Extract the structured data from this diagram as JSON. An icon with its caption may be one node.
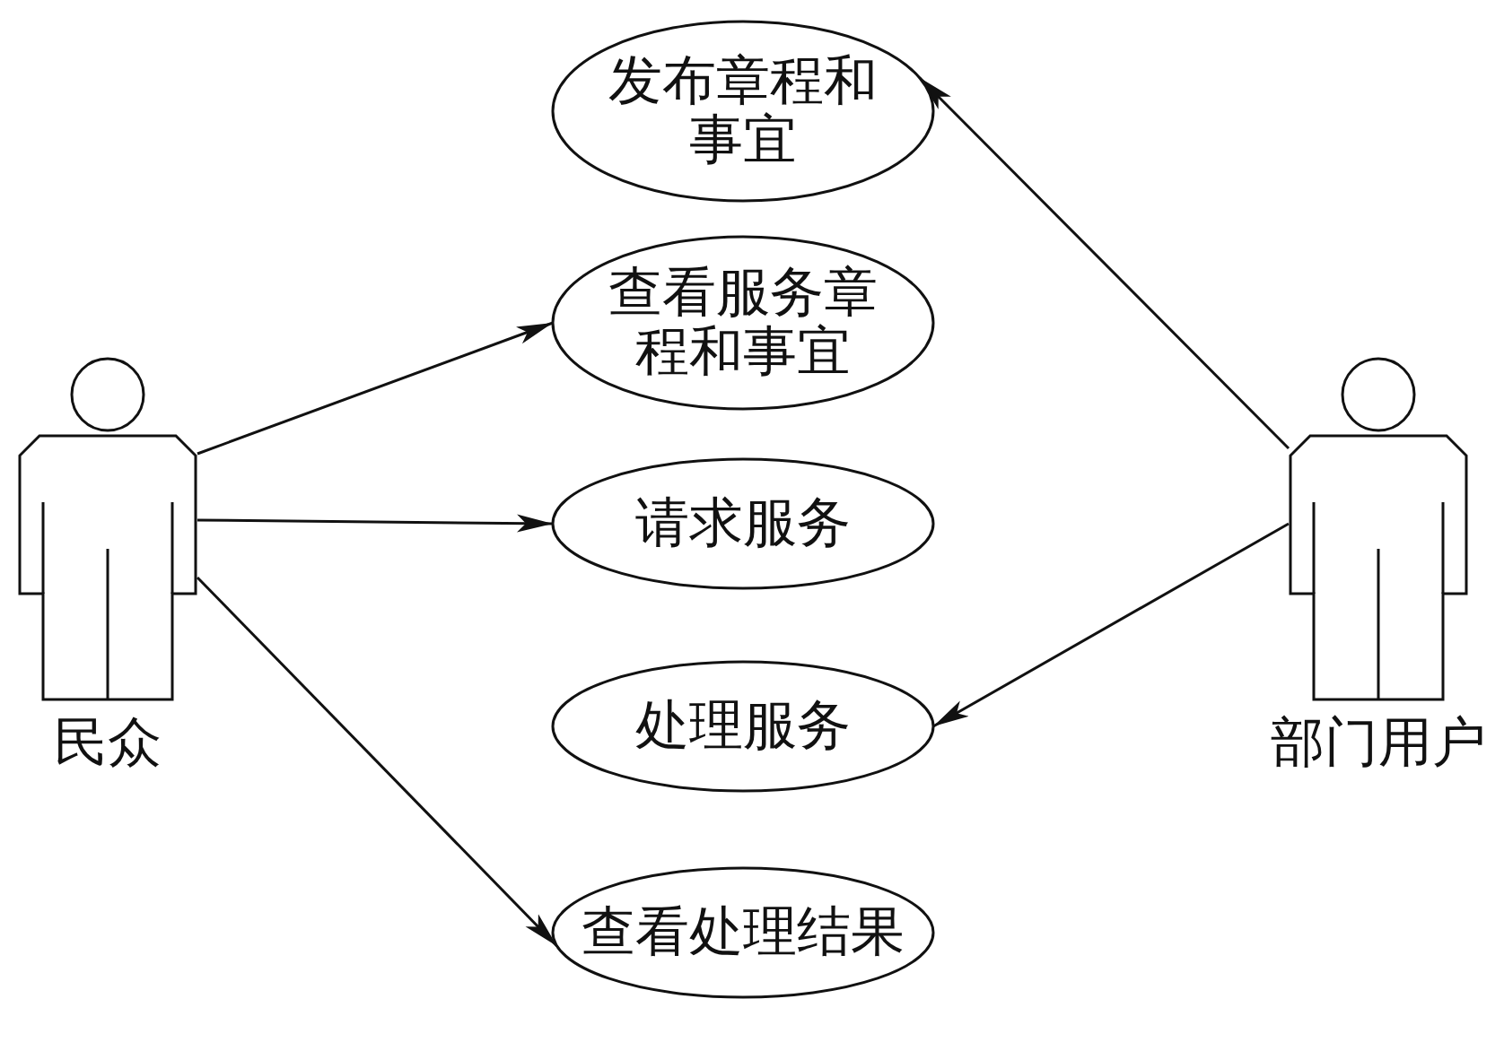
{
  "diagram": {
    "nodes": [
      {
        "text": [
          "发布章程和事宜"
        ]
      },
      {
        "text": [
          "查看服务章程和事宜"
        ]
      },
      {
        "text": [
          "民众"
        ]
      },
      {
        "text": [
          "请求服务"
        ]
      },
      {
        "text": [
          "处理服务"
        ]
      },
      {
        "text": [
          "部门用户"
        ]
      },
      {
        "text": [
          "查看处理结果"
        ]
      }
    ],
    "edges": [
      {
        "from": 2,
        "to": 1,
        "arrow": "to"
      },
      {
        "from": 2,
        "to": 3,
        "arrow": "to"
      },
      {
        "from": 2,
        "to": 6,
        "arrow": "to"
      },
      {
        "from": 5,
        "to": 0,
        "arrow": "to"
      },
      {
        "from": 5,
        "to": 4,
        "arrow": "to"
      }
    ]
  }
}
